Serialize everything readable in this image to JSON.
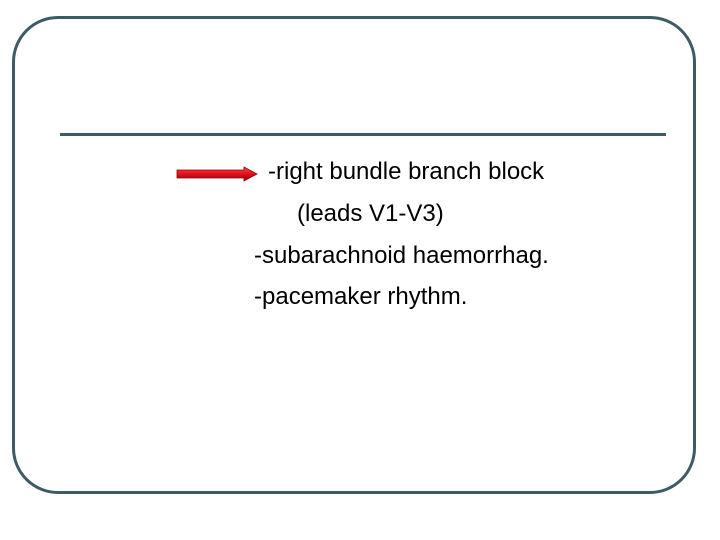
{
  "slide": {
    "lines": [
      "-right bundle branch block",
      "(leads V1-V3)",
      "-subarachnoid haemorrhag.",
      "-pacemaker rhythm."
    ],
    "arrow_icon": "right-arrow-icon",
    "colors": {
      "frame": "#3d5b63",
      "rule": "#3d5b63",
      "arrow": "#e0101a",
      "text": "#000000"
    }
  }
}
